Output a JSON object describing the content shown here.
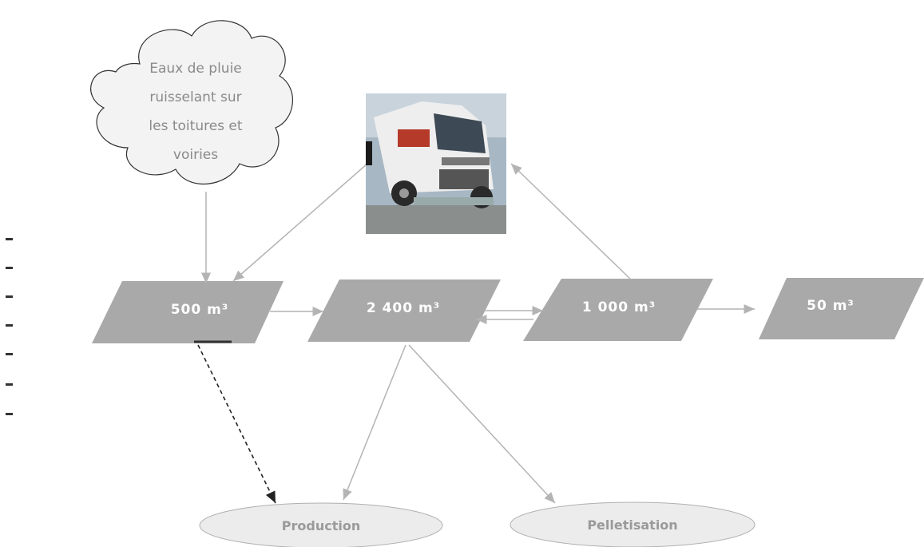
{
  "cloud": {
    "lines": [
      "Eaux de pluie",
      "ruisselant sur",
      "les toitures et",
      "voiries"
    ]
  },
  "tanks": [
    {
      "label": "500 m³"
    },
    {
      "label": "2 400 m³"
    },
    {
      "label": "1 000 m³"
    },
    {
      "label": "50 m³"
    }
  ],
  "destinations": [
    {
      "label": "Production"
    },
    {
      "label": "Pelletisation"
    }
  ],
  "photo": {
    "icon": "truck-photo-icon"
  },
  "colors": {
    "box_fill": "#a9a9a9",
    "ellipse_fill": "#ececec",
    "arrow": "#b4b4b4",
    "dashed_arrow": "#222222"
  }
}
